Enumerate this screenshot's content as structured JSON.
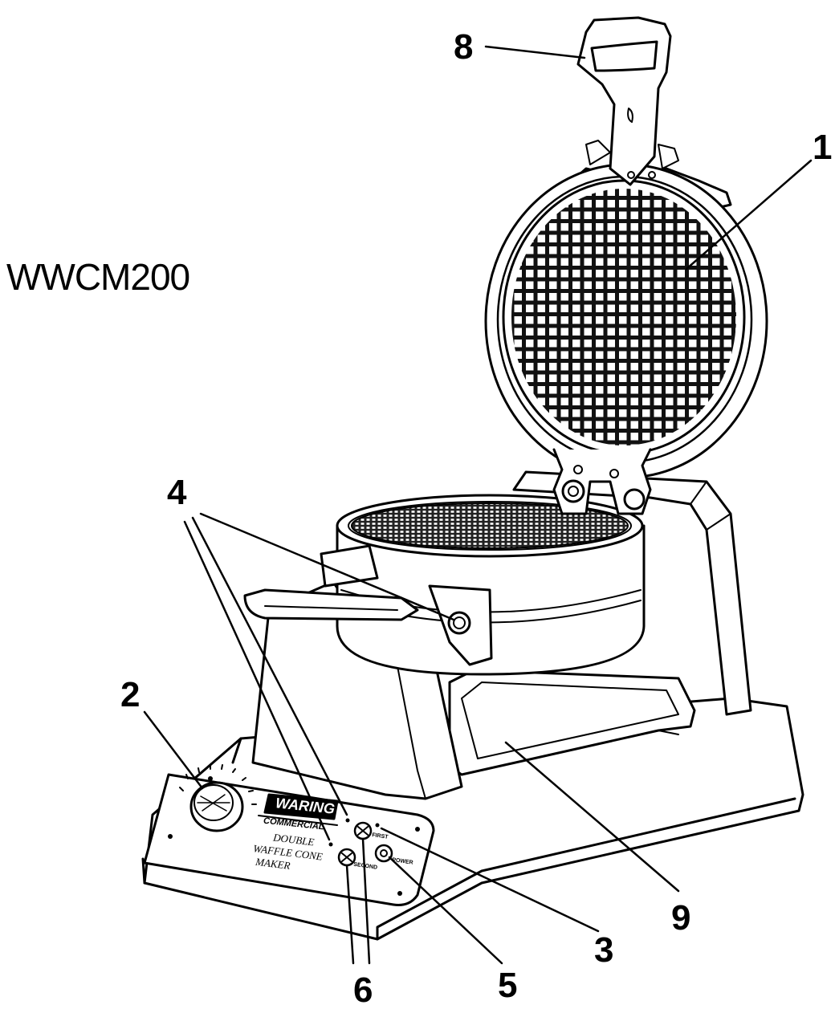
{
  "model": "WWCM200",
  "callouts": {
    "c1": "1",
    "c2": "2",
    "c3": "3",
    "c4": "4",
    "c5": "5",
    "c6": "6",
    "c8": "8",
    "c9": "9"
  },
  "panel": {
    "brand_main": "WARING",
    "brand_sub": "COMMERCIAL",
    "product_line1": "DOUBLE",
    "product_line2": "WAFFLE CONE",
    "product_line3": "MAKER",
    "label_first": "FIRST",
    "label_second": "SECOND",
    "label_power": "POWER"
  }
}
